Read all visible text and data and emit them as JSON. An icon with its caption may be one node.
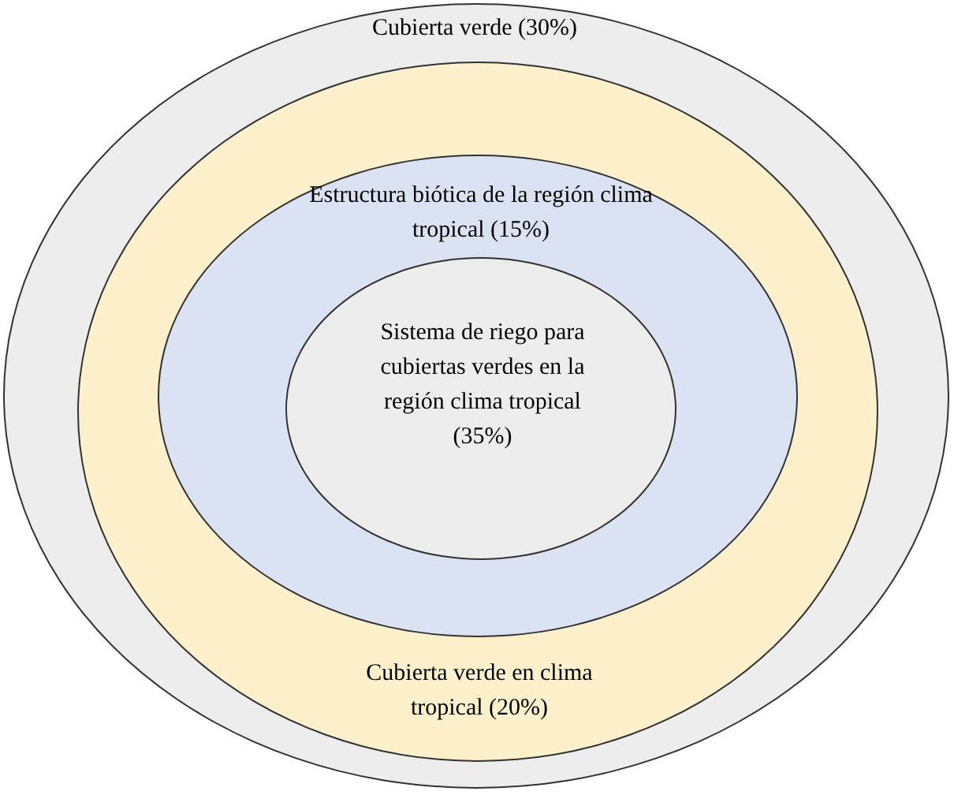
{
  "diagram": {
    "nodes": [
      {
        "text": [
          "Cubierta verde (30%)"
        ]
      },
      {
        "text": [
          "Cubierta verde en clima tropical (20%)"
        ],
        "in": 0
      },
      {
        "text": [
          "Estructura biótica de la región clima tropical (15%)"
        ],
        "in": 1
      },
      {
        "text": [
          "Sistema de riego para cubiertas verdes en la región clima tropical (35%)"
        ],
        "in": 2
      }
    ]
  }
}
